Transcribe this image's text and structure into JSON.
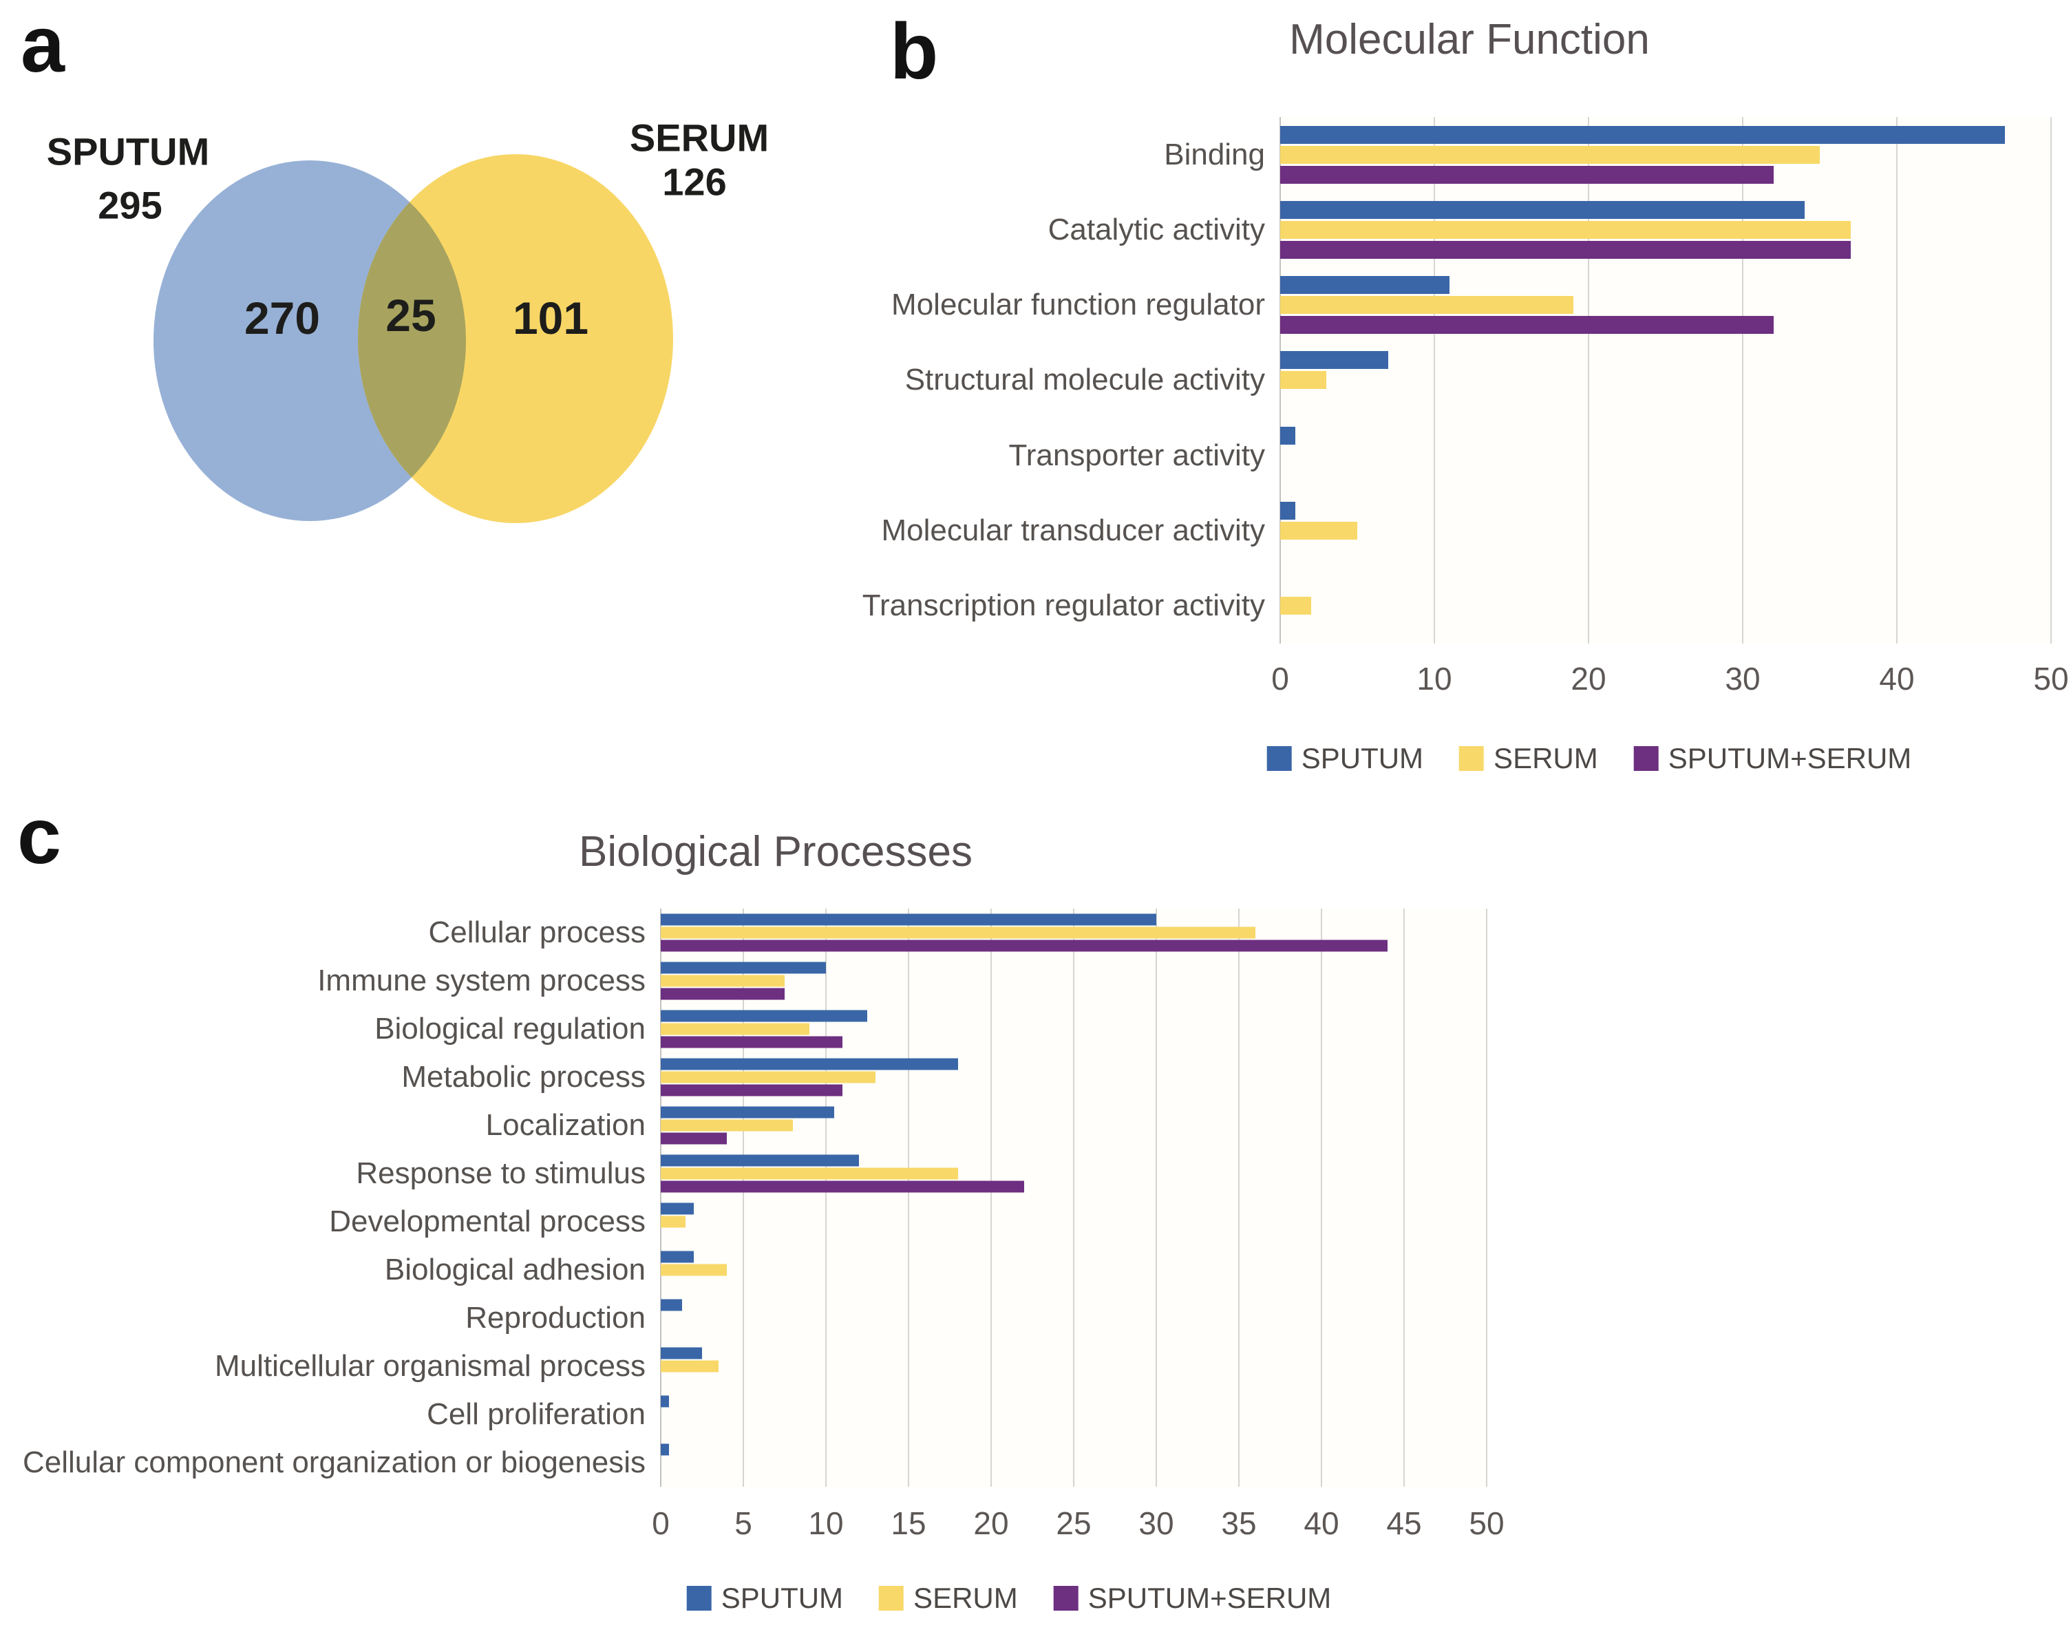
{
  "panels": {
    "a_letter": "a",
    "b_letter": "b",
    "c_letter": "c"
  },
  "colors": {
    "sputum": "#3a66a7",
    "serum": "#f8d868",
    "sputum_serum": "#6d2f80",
    "venn_blue": "#97b1d6",
    "venn_yellow": "#f8d666",
    "venn_overlap": "#a8a45f",
    "grid": "#d7d5d1",
    "title_text": "#575052",
    "label_text": "#565250",
    "number_text": "#1d1d1b"
  },
  "venn": {
    "left_label": "SPUTUM",
    "left_total": "295",
    "right_label": "SERUM",
    "right_total": "126",
    "left_only": "270",
    "intersection": "25",
    "right_only": "101"
  },
  "chart_data": [
    {
      "id": "molecular_function",
      "type": "bar",
      "orientation": "horizontal",
      "title": "Molecular Function",
      "categories": [
        "Binding",
        "Catalytic activity",
        "Molecular function regulator",
        "Structural molecule activity",
        "Transporter activity",
        "Molecular transducer activity",
        "Transcription regulator activity"
      ],
      "series": [
        {
          "name": "SPUTUM",
          "color_key": "sputum",
          "values": [
            47,
            34,
            11,
            7,
            1,
            1,
            0
          ]
        },
        {
          "name": "SERUM",
          "color_key": "serum",
          "values": [
            35,
            37,
            19,
            3,
            0,
            5,
            2
          ]
        },
        {
          "name": "SPUTUM+SERUM",
          "color_key": "sputum_serum",
          "values": [
            32,
            37,
            32,
            0,
            0,
            0,
            0
          ]
        }
      ],
      "xlim": [
        0,
        50
      ],
      "xticks": [
        0,
        10,
        20,
        30,
        40,
        50
      ],
      "grid": true,
      "legend_position": "bottom"
    },
    {
      "id": "biological_processes",
      "type": "bar",
      "orientation": "horizontal",
      "title": "Biological Processes",
      "categories": [
        "Cellular process",
        "Immune system process",
        "Biological regulation",
        "Metabolic process",
        "Localization",
        "Response to stimulus",
        "Developmental process",
        "Biological adhesion",
        "Reproduction",
        "Multicellular organismal process",
        "Cell proliferation",
        "Cellular component organization or biogenesis"
      ],
      "series": [
        {
          "name": "SPUTUM",
          "color_key": "sputum",
          "values": [
            30,
            10,
            12.5,
            18,
            10.5,
            12,
            2,
            2,
            1.3,
            2.5,
            0.5,
            0.5
          ]
        },
        {
          "name": "SERUM",
          "color_key": "serum",
          "values": [
            36,
            7.5,
            9,
            13,
            8,
            18,
            1.5,
            4,
            0,
            3.5,
            0,
            0
          ]
        },
        {
          "name": "SPUTUM+SERUM",
          "color_key": "sputum_serum",
          "values": [
            44,
            7.5,
            11,
            11,
            4,
            22,
            0,
            0,
            0,
            0,
            0,
            0
          ]
        }
      ],
      "xlim": [
        0,
        50
      ],
      "xticks": [
        0,
        5,
        10,
        15,
        20,
        25,
        30,
        35,
        40,
        45,
        50
      ],
      "grid": true,
      "legend_position": "bottom"
    }
  ]
}
